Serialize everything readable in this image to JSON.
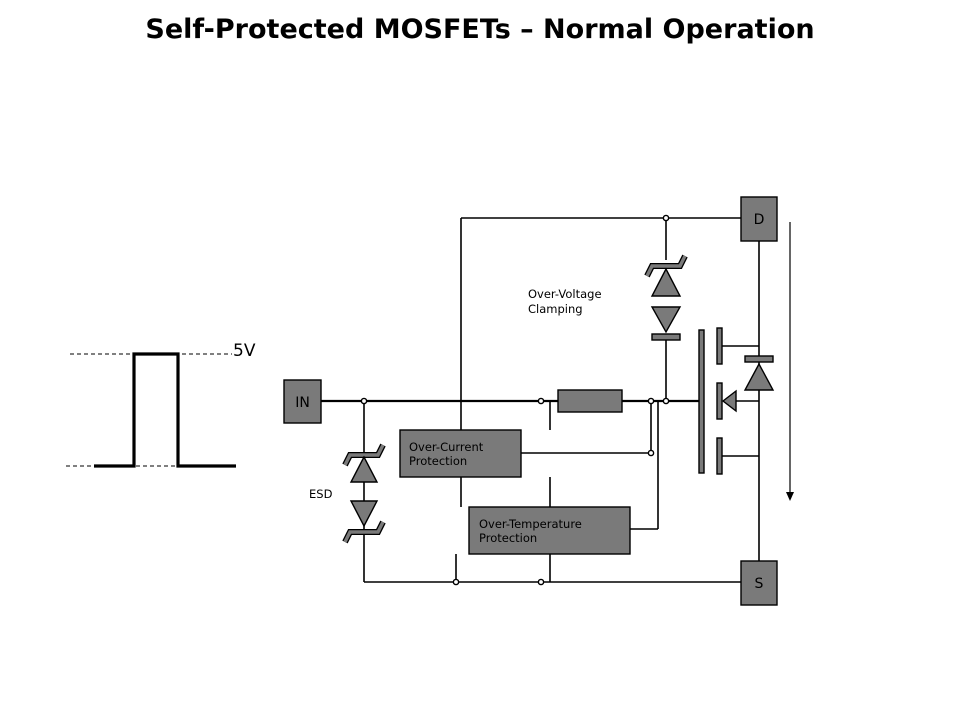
{
  "title": "Self-Protected MOSFETs – Normal Operation",
  "waveform": {
    "level_label": "5V"
  },
  "terminals": {
    "input": "IN",
    "drain": "D",
    "source": "S"
  },
  "blocks": {
    "over_current_line1": "Over-Current",
    "over_current_line2": "Protection",
    "over_temperature_line1": "Over-Temperature",
    "over_temperature_line2": "Protection"
  },
  "labels": {
    "over_voltage_line1": "Over-Voltage",
    "over_voltage_line2": "Clamping",
    "esd": "ESD"
  },
  "colors": {
    "component_fill": "#7a7a7a",
    "line": "#000000",
    "background": "#ffffff"
  }
}
